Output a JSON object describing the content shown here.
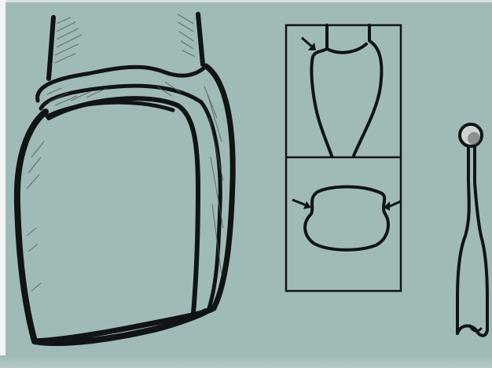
{
  "diagram": {
    "panels": [
      {
        "name": "crown-preparation",
        "description_visible_text": ""
      },
      {
        "name": "cross-section-detail"
      },
      {
        "name": "instrument"
      }
    ],
    "arrow_count": 3,
    "colors": {
      "background": "#a0bab7",
      "line": "#101414",
      "hatching": "#4c5a58",
      "frame": "#f2f4f2"
    }
  }
}
